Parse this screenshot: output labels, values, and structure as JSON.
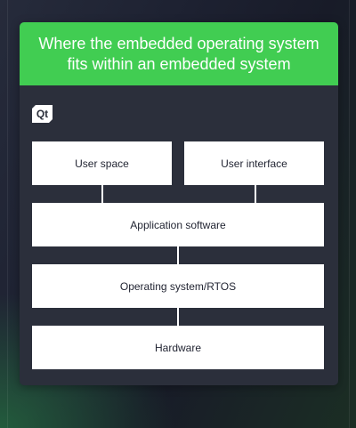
{
  "diagram": {
    "title": "Where the embedded operating system fits within an embedded system",
    "logo_text": "Qt",
    "boxes": {
      "user_space": "User space",
      "user_interface": "User interface",
      "application_software": "Application software",
      "operating_system": "Operating system/RTOS",
      "hardware": "Hardware"
    },
    "colors": {
      "header": "#41cd52",
      "card": "#2b2f3b",
      "box": "#ffffff"
    }
  }
}
